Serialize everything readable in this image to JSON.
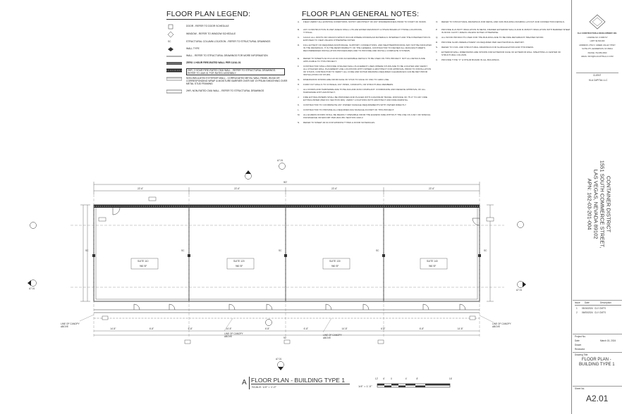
{
  "legend": {
    "title": "FLOOR PLAN LEGEND:",
    "items": [
      {
        "code": "",
        "text": "DOOR - REFER TO DOOR SCHEDULE"
      },
      {
        "code": "",
        "text": "WINDOW - REFER TO WINDOW SCHEDULE"
      },
      {
        "code": "SC",
        "text": "STRUCTURAL COLUMN LOCATION - REFER TO STRUCTURAL DRAWINGS"
      },
      {
        "code": "",
        "text": "WALL TYPE"
      },
      {
        "code": "",
        "text": "WALL - REFER TO STRUCTURAL DRAWINGS FOR MORE INFORMATION"
      },
      {
        "code": "",
        "text": "ZERO 1 HOUR FIRE-RATED WALL PER 12/A1.01"
      },
      {
        "code": "",
        "text": "2HR, 2 HOUR FIRE-RATED CMU WALL - REFER TO STRUCTURAL DRAWINGS. REFER TO 4/A9.01 FOR RATED ASSEMBLY"
      },
      {
        "code": "",
        "text": "NON-INSULATED EXTERIOR WALL - CORRUGATED METAL WALL PANEL W/2x6 OR CORRESPONDING WRAP & MOISTURE BARRIER OVER 5/8\" GYPSUM SHEATHING OVER METAL STUD FRAMING"
      },
      {
        "code": "",
        "text": "2HR, NON-RATED CMU WALL - REFER TO STRUCTURAL DRAWINGS"
      }
    ]
  },
  "notes": {
    "title": "FLOOR PLAN GENERAL NOTES:",
    "col1": [
      {
        "k": "A.",
        "v": "FIELD VERIFY ALL EXISTING CONDITIONS. NOTIFY ARCHITECT OF ANY DISCREPANCIES PRIOR TO START OF WORK."
      },
      {
        "k": "B.",
        "v": "ANY CONSTRUCTION IN WET AREAS SHALL UTILIZE WATER RESISTANT GYPSUM BOARD AT THOSE LOCATIONS, TYPICAL."
      },
      {
        "k": "C.",
        "v": "CAULK ALL JOINTS OR CRACKS WHICH OCCUR WHERE DISSIMILAR MATERIALS INTERSECT AND THE INTERSECTION IS EXPOSED TO VIEW UNLESS OTHERWISE NOTED."
      },
      {
        "k": "D.",
        "v": "FULL EXTENT OF REQUIRED ANCHORAGE, SUPPORT, CONNECTIONS, AND WEATHERPROOFING MAY NOT BE INDICATED IN THE DRAWINGS. IT IS THE RESPONSIBILITY OF THE GENERAL CONTRACTOR TO REVIEW ALL MANUFACTURER'S RECOMMENDED INSTALLATION PROCEDURES AND TO PROVIDE AND INSTALL COMPLETE SYSTEMS."
      },
      {
        "k": "E.",
        "v": "REFER TO SHEETS A0.03 & A0.04 FOR ACCESSIBLE DETAILS TO BE USED ON THIS PROJECT. NOT ALL DETAILS ARE APPLICABLE TO THIS PROJECT."
      },
      {
        "k": "F.",
        "v": "CONTRACTOR SHALL PROVIDE CHALKED WALL PLACEMENT LINES WHERE STUDS ARE TO BE LOCATED AND VERIFY ALL CHALKED WALL PLACEMENT LINE LOCATIONS WITH OWNER & ARCHITECT FOR APPROVAL PRIOR TO INSTALLATION OF STUDS. CONTRACTOR TO VERIFY ALL CODE AND NOTED DRAWING REQUIRED CLEARANCES CAN BE MET PRIOR INSTALLATION OF STUDS."
      },
      {
        "k": "G.",
        "v": "DIMENSIONS SHOWN ARE FROM FACE OF STUD TO FACE OF CMU TO GRID LINE."
      },
      {
        "k": "H.",
        "v": "FURR OUT WALLS TO CONCEAL ANY PIPES, CONDUITS, OR STRUCTURAL MEMBERS."
      },
      {
        "k": "I.",
        "v": "ALL DOORS AND HARDWARE ARE TO BE ADA AND ANSI COMPLIANT. COORDINATE AND RECEIVE APPROVAL OF ALL HARDWARE WITH ARCHITECT."
      },
      {
        "k": "J.",
        "v": "FIRE EXTINGUISHERS SHALL BE PROVIDED AND PLACED WITH A MAXIMUM TRAVEL DISTANCE OF 75'-0\" TO ANY FIRE EXTINGUISHER (PER IFC SECTION 906). VERIFY LOCATIONS WITH ARCHITECT AND FIRE MARSHAL."
      },
      {
        "k": "K.",
        "v": "CONTRACTOR TO COORDINATE ANY OWNER SIGNAGE REQUIREMENTS WITH OWNER DIRECTLY."
      },
      {
        "k": "L.",
        "v": "CONTRACTOR TO PROVIDE ALL REQUIRED ADA SIGNAGE AS PART OF THIS PROJECT."
      },
      {
        "k": "M.",
        "v": "ALL EGRESS DOORS SHALL BE READILY OPENABLE FROM THE EGRESS SIDE WITHOUT THE USE OF A KEY OR SPECIAL KNOWLEDGE OR EFFORT PER 2021 IBC SECTION 1010.2."
      },
      {
        "k": "N.",
        "v": "REFER TO SHEET A8.01 FOR WINDOW TYPES & DOOR SCHEDULES."
      }
    ],
    "col2": [
      {
        "k": "O.",
        "v": "REFER TO STRUCTURAL DRAWINGS FOR METAL AND CMU BUILDING FRAMING LAYOUT AND CONNECTION DETAILS."
      },
      {
        "k": "P.",
        "v": "PROVIDE R-21 BATT INSULATION IN METAL FRAMED EXTERIOR WALLS AND R-38 BATT INSULATION WITH BARRIER SHEET IN ROOF CAVITY AREAS UNLESS NOTED OTHERWISE."
      },
      {
        "k": "Q.",
        "v": "ALL WOOD PRODUCTS USED FOR THE BUILDING ARE TO BE FIRE-RETARDANT-TREATED WOOD."
      },
      {
        "k": "R.",
        "v": "PROVIDE SLAB UNDERLAYMENT AS REQUIRED PER GEOTECHNICAL REPORT."
      },
      {
        "k": "S.",
        "v": "REFER TO CIVIL AND STRUCTURAL DRAWINGS FOR SLAB ELEVATION AND THICKNESS."
      },
      {
        "k": "T.",
        "v": "EXTERIOR WALL DIMENSIONS ARE SHOWN FOR EXTERIOR FACE OF EXTERIOR WALL SHEATHING & CENTER OF STRUCTURAL COLUMN."
      },
      {
        "k": "U.",
        "v": "PROVIDE TYPE \"X\" GYPSUM BOARD IN ALL BUILDINGS."
      }
    ]
  },
  "plan": {
    "suites": [
      {
        "name": "SUITE 110",
        "area": "960 SF"
      },
      {
        "name": "SUITE 120",
        "area": "960 SF"
      },
      {
        "name": "SUITE 130",
        "area": "960 SF"
      },
      {
        "name": "SUITE 140",
        "area": "960 SF"
      }
    ],
    "overall_dim": "90'",
    "bay_dims": [
      "22'-6\"",
      "22'-6\"",
      "22'-6\"",
      "22'-6\""
    ],
    "bottom_dims": [
      "14'-8\"",
      "6'-8\"",
      "6'-8\"",
      "14'-8\"",
      "6'-8\"",
      "6'-8\"",
      "14'-8\"",
      "6'-8\"",
      "6'-8\"",
      "14'-8\""
    ],
    "overall_bottom": "90'",
    "canopy_label": "LINE OF CANOPY ABOVE",
    "column_tag": "SC",
    "section_tags": [
      "A7.01",
      "A7.01",
      "A7.01",
      "A7.01"
    ],
    "view_title": "FLOOR PLAN - BUILDING TYPE 1",
    "view_letter": "A",
    "view_scale": "SCALE: 1/4\" = 1'-0\"",
    "graphic_scale_label": "1/4\" = 1'-0\"",
    "graphic_scale_ticks": [
      "12'",
      "6'",
      "0",
      "4'",
      "8'",
      "16'"
    ]
  },
  "title_block": {
    "firm_lines": [
      "KLA CONSTRUCTION & DEVELOPMENT, INC.",
      "LICENSE NO. # 0082717",
      "LIMIT: $4,500,000",
      "ADDRESS: 2764 N. GREEN VALLEY PKWY",
      "SUITE 275, HENDERSON, NV 89014",
      "PHONE: 702-850-3500",
      "EMAIL: INFO@KLACAPITALLLC.COM"
    ],
    "client_label": "CLIENT",
    "client_name": "KLA CAPITAL LLC",
    "project_name": "CONTAINER DISTRICT",
    "address1": "1551 SOUTH COMMERCE STREET,",
    "address2": "LAS VEGAS, NEVADA 89102",
    "apn": "APN: 162-03-201-004",
    "issue_head": [
      "Issue",
      "Date",
      "Description"
    ],
    "issues": [
      {
        "n": "1",
        "date": "05/16/2024",
        "desc": "CLV CMTS"
      },
      {
        "n": "2",
        "date": "06/05/2024",
        "desc": "CLV CMTS"
      }
    ],
    "project_no_label": "Project No.",
    "date_label": "Date",
    "date_value": "March 15, 2024",
    "drawn_label": "Drawn",
    "reviewed_label": "Reviewed",
    "drawing_title_label": "Drawing Title",
    "drawing_title_1": "FLOOR PLAN -",
    "drawing_title_2": "BUILDING TYPE 1",
    "sheet_no_label": "Sheet No.",
    "sheet_no": "A2.01"
  }
}
